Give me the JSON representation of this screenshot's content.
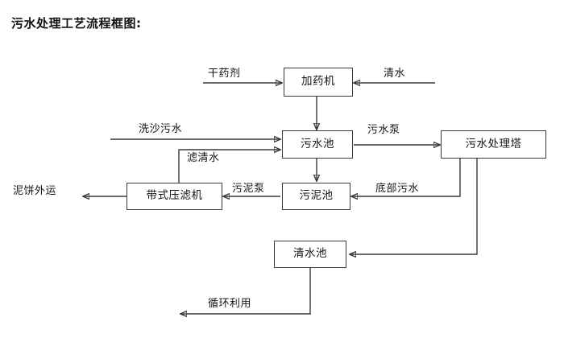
{
  "title": "污水处理工艺流程框图:",
  "nodes": {
    "dosing_machine": "加药机",
    "sewage_pool": "污水池",
    "treatment_tower": "污水处理塔",
    "sludge_pool": "污泥池",
    "belt_filter_press": "带式压滤机",
    "clean_water_pool": "清水池"
  },
  "edge_labels": {
    "dry_reagent": "干药剂",
    "clean_water_in": "清水",
    "sand_wash_sewage": "洗沙污水",
    "filtered_clear_water": "滤清水",
    "sewage_pump": "污水泵",
    "bottom_sewage": "底部污水",
    "sludge_pump": "污泥泵",
    "mud_cake_out": "泥饼外运",
    "recycle_use": "循环利用"
  },
  "colors": {
    "line": "#3a3a3a",
    "text": "#141414",
    "background": "#ffffff"
  }
}
